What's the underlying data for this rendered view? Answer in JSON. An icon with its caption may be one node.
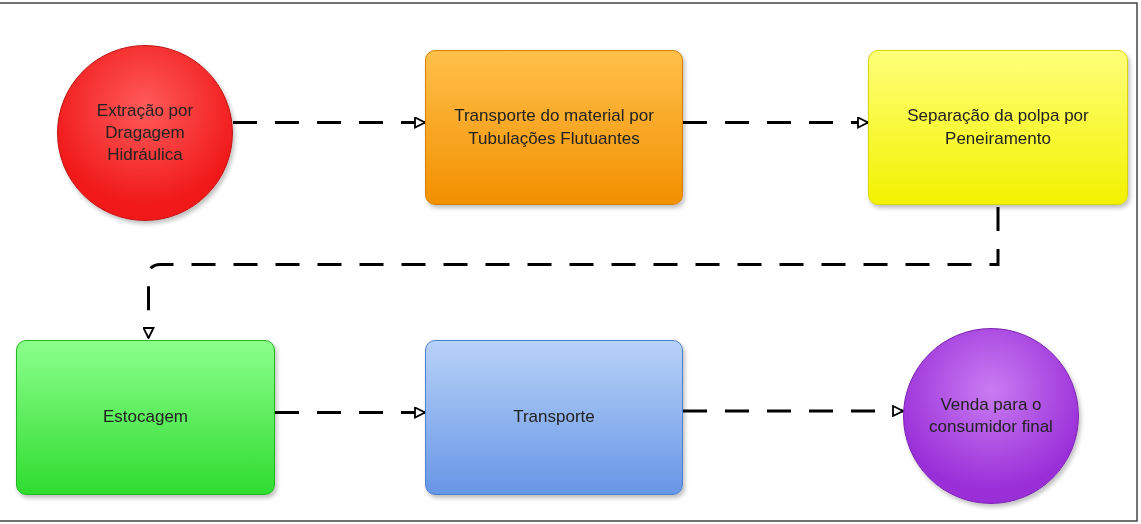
{
  "diagram": {
    "nodes": [
      {
        "text": [
          "Extração por Dragagem Hidráulica"
        ]
      },
      {
        "text": [
          "Transporte do material por Tubulações Flutuantes"
        ]
      },
      {
        "text": [
          "Separação da polpa por Peneiramento"
        ]
      },
      {
        "text": [
          "Estocagem"
        ]
      },
      {
        "text": [
          "Transporte"
        ]
      },
      {
        "text": [
          "Venda para o consumidor final"
        ]
      }
    ],
    "edges": [
      {
        "from": 0,
        "to": 1,
        "arrow": "to",
        "style": "dashed"
      },
      {
        "from": 1,
        "to": 2,
        "arrow": "to",
        "style": "dashed"
      },
      {
        "from": 2,
        "to": 3,
        "arrow": "to",
        "style": "dashed"
      },
      {
        "from": 3,
        "to": 4,
        "arrow": "to",
        "style": "dashed"
      },
      {
        "from": 4,
        "to": 5,
        "arrow": "to",
        "style": "dashed"
      }
    ]
  }
}
